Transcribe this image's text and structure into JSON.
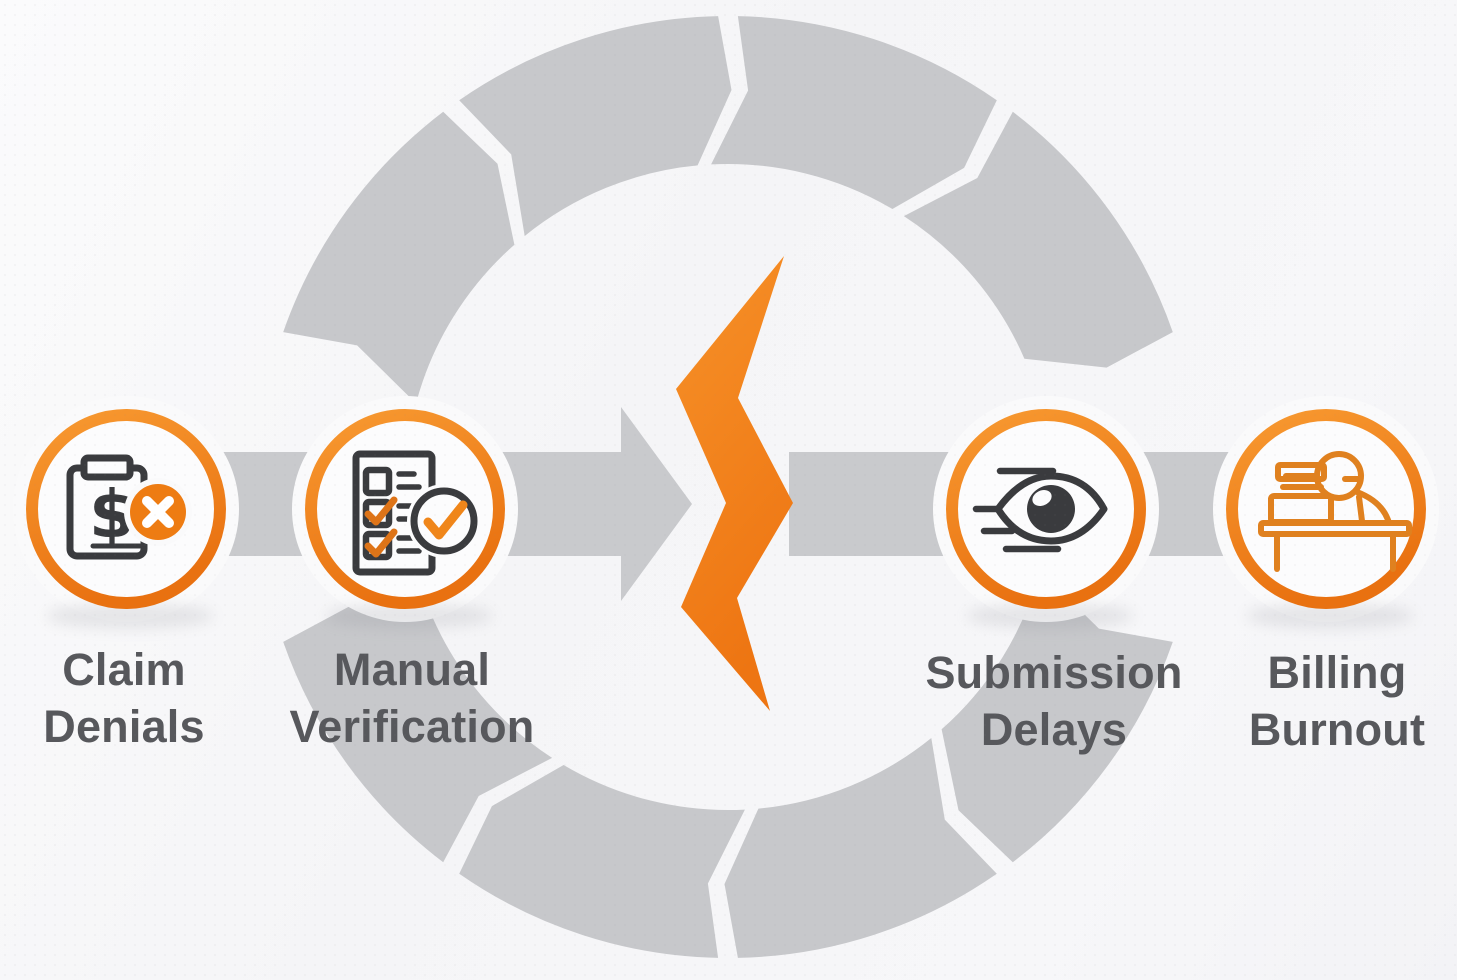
{
  "colors": {
    "accent_orange": "#EF7D15",
    "orange_light": "#F89A31",
    "ring_gray": "#C7C8CB",
    "band_gray": "#C9CACD",
    "icon_dark": "#3A3B3E",
    "label_gray": "#57585C",
    "background": "#F6F6F8"
  },
  "ring": {
    "icon": "segmented-cycle-ring",
    "segments_visible": 8
  },
  "center": {
    "icon": "lightning-bolt-icon"
  },
  "stations": [
    {
      "id": "claim-denials",
      "label": [
        "Claim",
        "Denials"
      ],
      "icon": "claim-denied-clipboard-icon",
      "doc_glyph": "$"
    },
    {
      "id": "manual-verification",
      "label": [
        "Manual",
        "Verification"
      ],
      "icon": "verified-checklist-icon"
    },
    {
      "id": "submission-delays",
      "label": [
        "Submission",
        "Delays"
      ],
      "icon": "rushing-eye-icon"
    },
    {
      "id": "billing-burnout",
      "label": [
        "Billing",
        "Burnout"
      ],
      "icon": "burnout-desk-icon"
    }
  ]
}
